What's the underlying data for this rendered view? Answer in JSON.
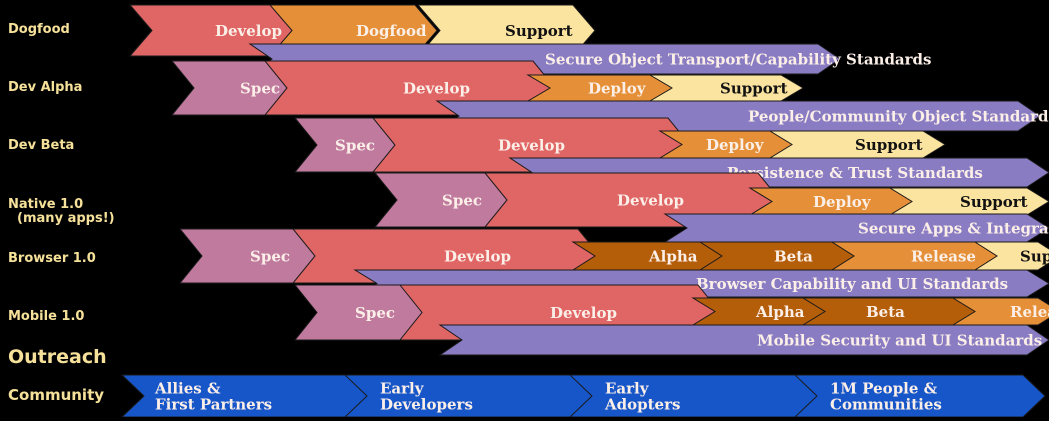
{
  "colors": {
    "spec": "#c07a9e",
    "develop": "#e06565",
    "orange": "#e59038",
    "brown": "#b55e0a",
    "support": "#fbe3a0",
    "standard": "#8a7cc2",
    "community": "#1756c9",
    "label": "#f6e19a",
    "background": "#000000"
  },
  "section_label": "Outreach",
  "rows": [
    {
      "label": "Dogfood"
    },
    {
      "label": "Dev Alpha"
    },
    {
      "label": "Dev Beta"
    },
    {
      "label": "Native 1.0\n  (many apps!)"
    },
    {
      "label": "Browser 1.0"
    },
    {
      "label": "Mobile 1.0"
    },
    {
      "label": "Community"
    }
  ],
  "phases": [
    {
      "row": 0,
      "text": "",
      "kind": "spec"
    },
    {
      "row": 0,
      "text": "Develop",
      "kind": "develop"
    },
    {
      "row": 0,
      "text": "Dogfood",
      "kind": "orange"
    },
    {
      "row": 0,
      "text": "Support",
      "kind": "support"
    },
    {
      "row": 0,
      "text": "Secure Object Transport/Capability Standards",
      "kind": "standard"
    },
    {
      "row": 1,
      "text": "Spec",
      "kind": "spec"
    },
    {
      "row": 1,
      "text": "Develop",
      "kind": "develop"
    },
    {
      "row": 1,
      "text": "Deploy",
      "kind": "orange"
    },
    {
      "row": 1,
      "text": "Support",
      "kind": "support"
    },
    {
      "row": 1,
      "text": "People/Community Object Standards",
      "kind": "standard"
    },
    {
      "row": 2,
      "text": "Spec",
      "kind": "spec"
    },
    {
      "row": 2,
      "text": "Develop",
      "kind": "develop"
    },
    {
      "row": 2,
      "text": "Deploy",
      "kind": "orange"
    },
    {
      "row": 2,
      "text": "Support",
      "kind": "support"
    },
    {
      "row": 2,
      "text": "Persistence & Trust Standards",
      "kind": "standard"
    },
    {
      "row": 3,
      "text": "Spec",
      "kind": "spec"
    },
    {
      "row": 3,
      "text": "Develop",
      "kind": "develop"
    },
    {
      "row": 3,
      "text": "Deploy",
      "kind": "orange"
    },
    {
      "row": 3,
      "text": "Support",
      "kind": "support"
    },
    {
      "row": 3,
      "text": "Secure Apps & Integration  Stds",
      "kind": "standard"
    },
    {
      "row": 4,
      "text": "Spec",
      "kind": "spec"
    },
    {
      "row": 4,
      "text": "Develop",
      "kind": "develop"
    },
    {
      "row": 4,
      "text": "Alpha",
      "kind": "brown"
    },
    {
      "row": 4,
      "text": "Beta",
      "kind": "brown"
    },
    {
      "row": 4,
      "text": "Release",
      "kind": "orange"
    },
    {
      "row": 4,
      "text": "Sup",
      "kind": "support"
    },
    {
      "row": 4,
      "text": "Browser Capability and UI Standards",
      "kind": "standard"
    },
    {
      "row": 5,
      "text": "Spec",
      "kind": "spec"
    },
    {
      "row": 5,
      "text": "Develop",
      "kind": "develop"
    },
    {
      "row": 5,
      "text": "Alpha",
      "kind": "brown"
    },
    {
      "row": 5,
      "text": "Beta",
      "kind": "brown"
    },
    {
      "row": 5,
      "text": "Release",
      "kind": "orange"
    },
    {
      "row": 5,
      "text": "Mobile Security and UI Standards",
      "kind": "standard"
    },
    {
      "row": 6,
      "text": "Allies &\nFirst Partners",
      "kind": "community"
    },
    {
      "row": 6,
      "text": "Early\nDevelopers",
      "kind": "community"
    },
    {
      "row": 6,
      "text": "Early\nAdopters",
      "kind": "community"
    },
    {
      "row": 6,
      "text": "1M People &\nCommunities",
      "kind": "community"
    }
  ]
}
